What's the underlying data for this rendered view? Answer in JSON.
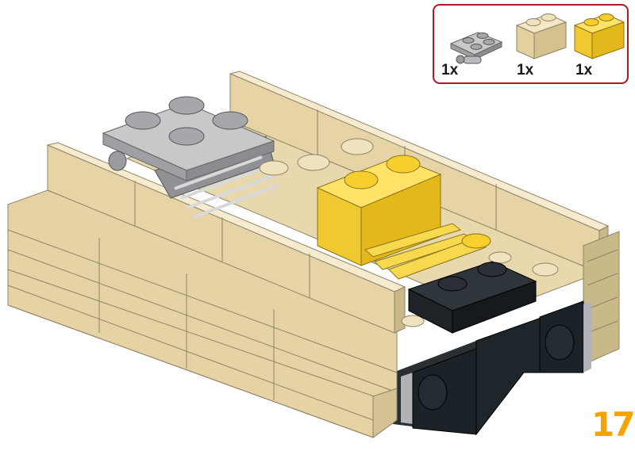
{
  "instruction": {
    "step_number": "17",
    "parts": [
      {
        "quantity": "1x",
        "icon": "gray-2x2-plate-with-wheels-icon",
        "color": "#a9aaad"
      },
      {
        "quantity": "1x",
        "icon": "tan-1x2-brick-icon",
        "color": "#e9d7ab"
      },
      {
        "quantity": "1x",
        "icon": "yellow-1x2-brick-icon",
        "color": "#f2cd37"
      }
    ]
  },
  "colors": {
    "frame": "#b01822",
    "step_number": "#f5a300",
    "tan": "#e9d7ab",
    "yellow": "#f2cd37",
    "gray": "#a9aaad",
    "black": "#1b2228"
  }
}
